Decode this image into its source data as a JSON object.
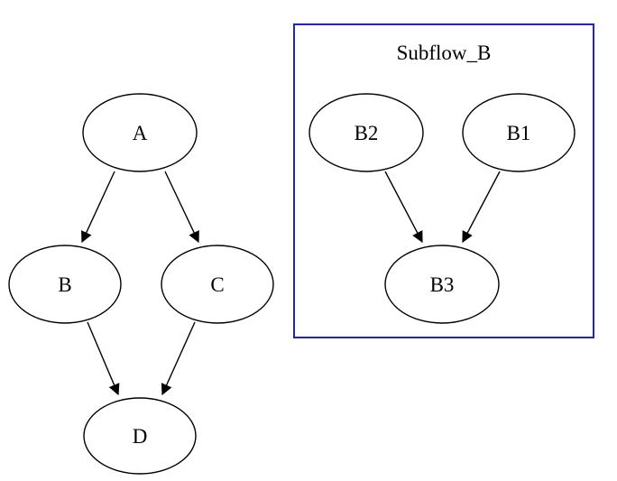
{
  "diagram": {
    "title": "flow-graph-with-subflow",
    "cluster": {
      "label": "Subflow_B",
      "border_color": "#2222cc"
    },
    "nodes": [
      {
        "id": "A",
        "label": "A"
      },
      {
        "id": "B",
        "label": "B"
      },
      {
        "id": "C",
        "label": "C"
      },
      {
        "id": "D",
        "label": "D"
      },
      {
        "id": "B2",
        "label": "B2"
      },
      {
        "id": "B1",
        "label": "B1"
      },
      {
        "id": "B3",
        "label": "B3"
      }
    ],
    "edges": [
      {
        "from": "A",
        "to": "B"
      },
      {
        "from": "A",
        "to": "C"
      },
      {
        "from": "B",
        "to": "D"
      },
      {
        "from": "C",
        "to": "D"
      },
      {
        "from": "B2",
        "to": "B3"
      },
      {
        "from": "B1",
        "to": "B3"
      }
    ],
    "colors": {
      "node_fill": "#ffffff",
      "node_stroke": "#000000",
      "edge": "#000000",
      "text": "#000000",
      "background": "#ffffff"
    }
  }
}
